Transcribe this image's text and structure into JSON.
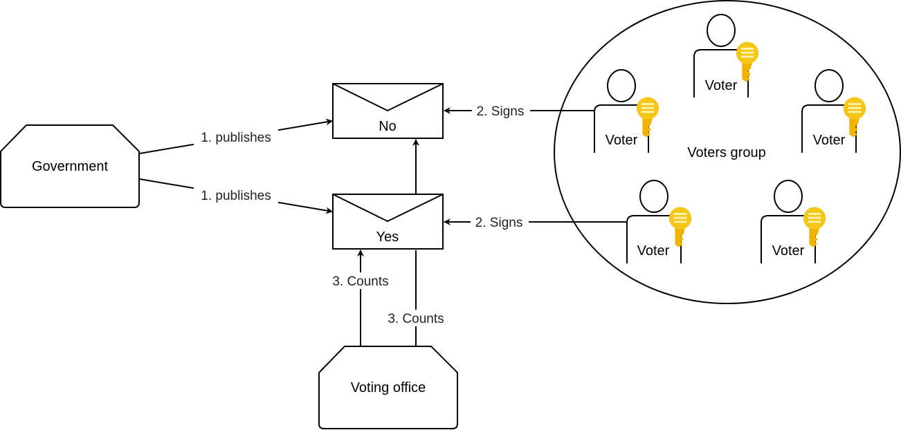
{
  "nodes": {
    "government": "Government",
    "voting_office": "Voting office",
    "envelope_no": "No",
    "envelope_yes": "Yes",
    "voters_group": "Voters group",
    "voters": [
      "Voter",
      "Voter",
      "Voter",
      "Voter",
      "Voter"
    ]
  },
  "edges": {
    "publishes_no": "1. publishes",
    "publishes_yes": "1. publishes",
    "signs_no": "2. Signs",
    "signs_yes": "2. Signs",
    "counts_left": "3. Counts",
    "counts_right": "3. Counts"
  },
  "colors": {
    "stroke": "#000000",
    "background": "#ffffff",
    "key_fill": "#f5c518",
    "key_shade": "#e0a800"
  },
  "icons": {
    "voter": "person-icon",
    "key": "key-icon",
    "envelope": "envelope-icon"
  }
}
